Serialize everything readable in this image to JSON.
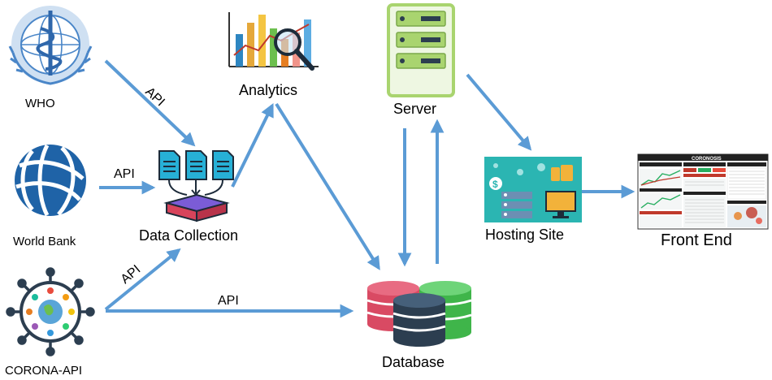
{
  "nodes": {
    "who": {
      "label": "WHO"
    },
    "world_bank": {
      "label": "World Bank"
    },
    "corona_api": {
      "label": "CORONA-API"
    },
    "data_collection": {
      "label": "Data Collection"
    },
    "analytics": {
      "label": "Analytics"
    },
    "server": {
      "label": "Server"
    },
    "database": {
      "label": "Database"
    },
    "hosting_site": {
      "label": "Hosting Site"
    },
    "front_end": {
      "label": "Front End",
      "screenshot_title": "CORONOSIS"
    }
  },
  "edges": {
    "who_to_collection": "API",
    "worldbank_to_collection": "API",
    "corona_to_collection": "API",
    "corona_to_database": "API"
  },
  "colors": {
    "arrow": "#5b9bd5",
    "server_frame": "#a9d46f",
    "server_body": "#eef7e2",
    "db_red": "#d94a63",
    "db_navy": "#2c3e50",
    "db_green": "#3fb54a",
    "hosting_bg": "#2bb5b2",
    "who_blue": "#4a86c8",
    "worldbank_blue": "#1f63a7"
  }
}
